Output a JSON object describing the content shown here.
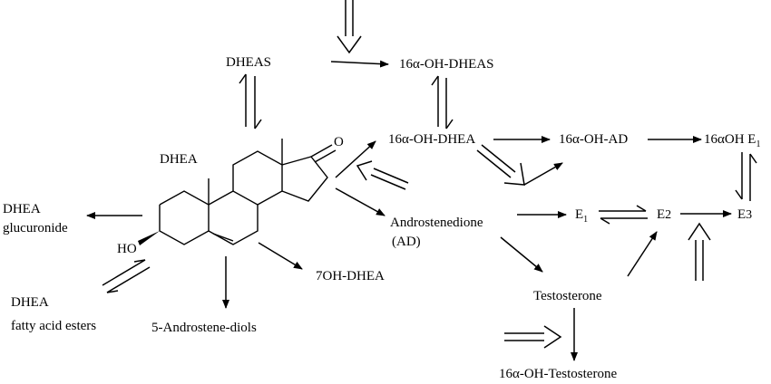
{
  "nodes": {
    "dheas": "DHEAS",
    "oh_dheas": "16α-OH-DHEAS",
    "oh_dhea": "16α-OH-DHEA",
    "oh_ad": "16α-OH-AD",
    "oh_e1_prefix": "16αOH E",
    "oh_e1_sub": "1",
    "dhea": "DHEA",
    "dhea_gluc_line1": "DHEA",
    "dhea_gluc_line2": "glucuronide",
    "ho": "HO",
    "carbonyl_o": "O",
    "androstenedione_line1": "Androstenedione",
    "androstenedione_line2": "(AD)",
    "e1_prefix": "E",
    "e1_sub": "1",
    "e2_prefix": "E",
    "e2_sub": "2",
    "e3_prefix": "E",
    "e3_sub": "3",
    "dhea_esters_line1": "DHEA",
    "dhea_esters_line2": "fatty acid esters",
    "oh7_dhea": "7OH-DHEA",
    "androstene_diols": "5-Androstene-diols",
    "testosterone": "Testosterone",
    "oh_testosterone": "16α-OH-Testosterone"
  }
}
